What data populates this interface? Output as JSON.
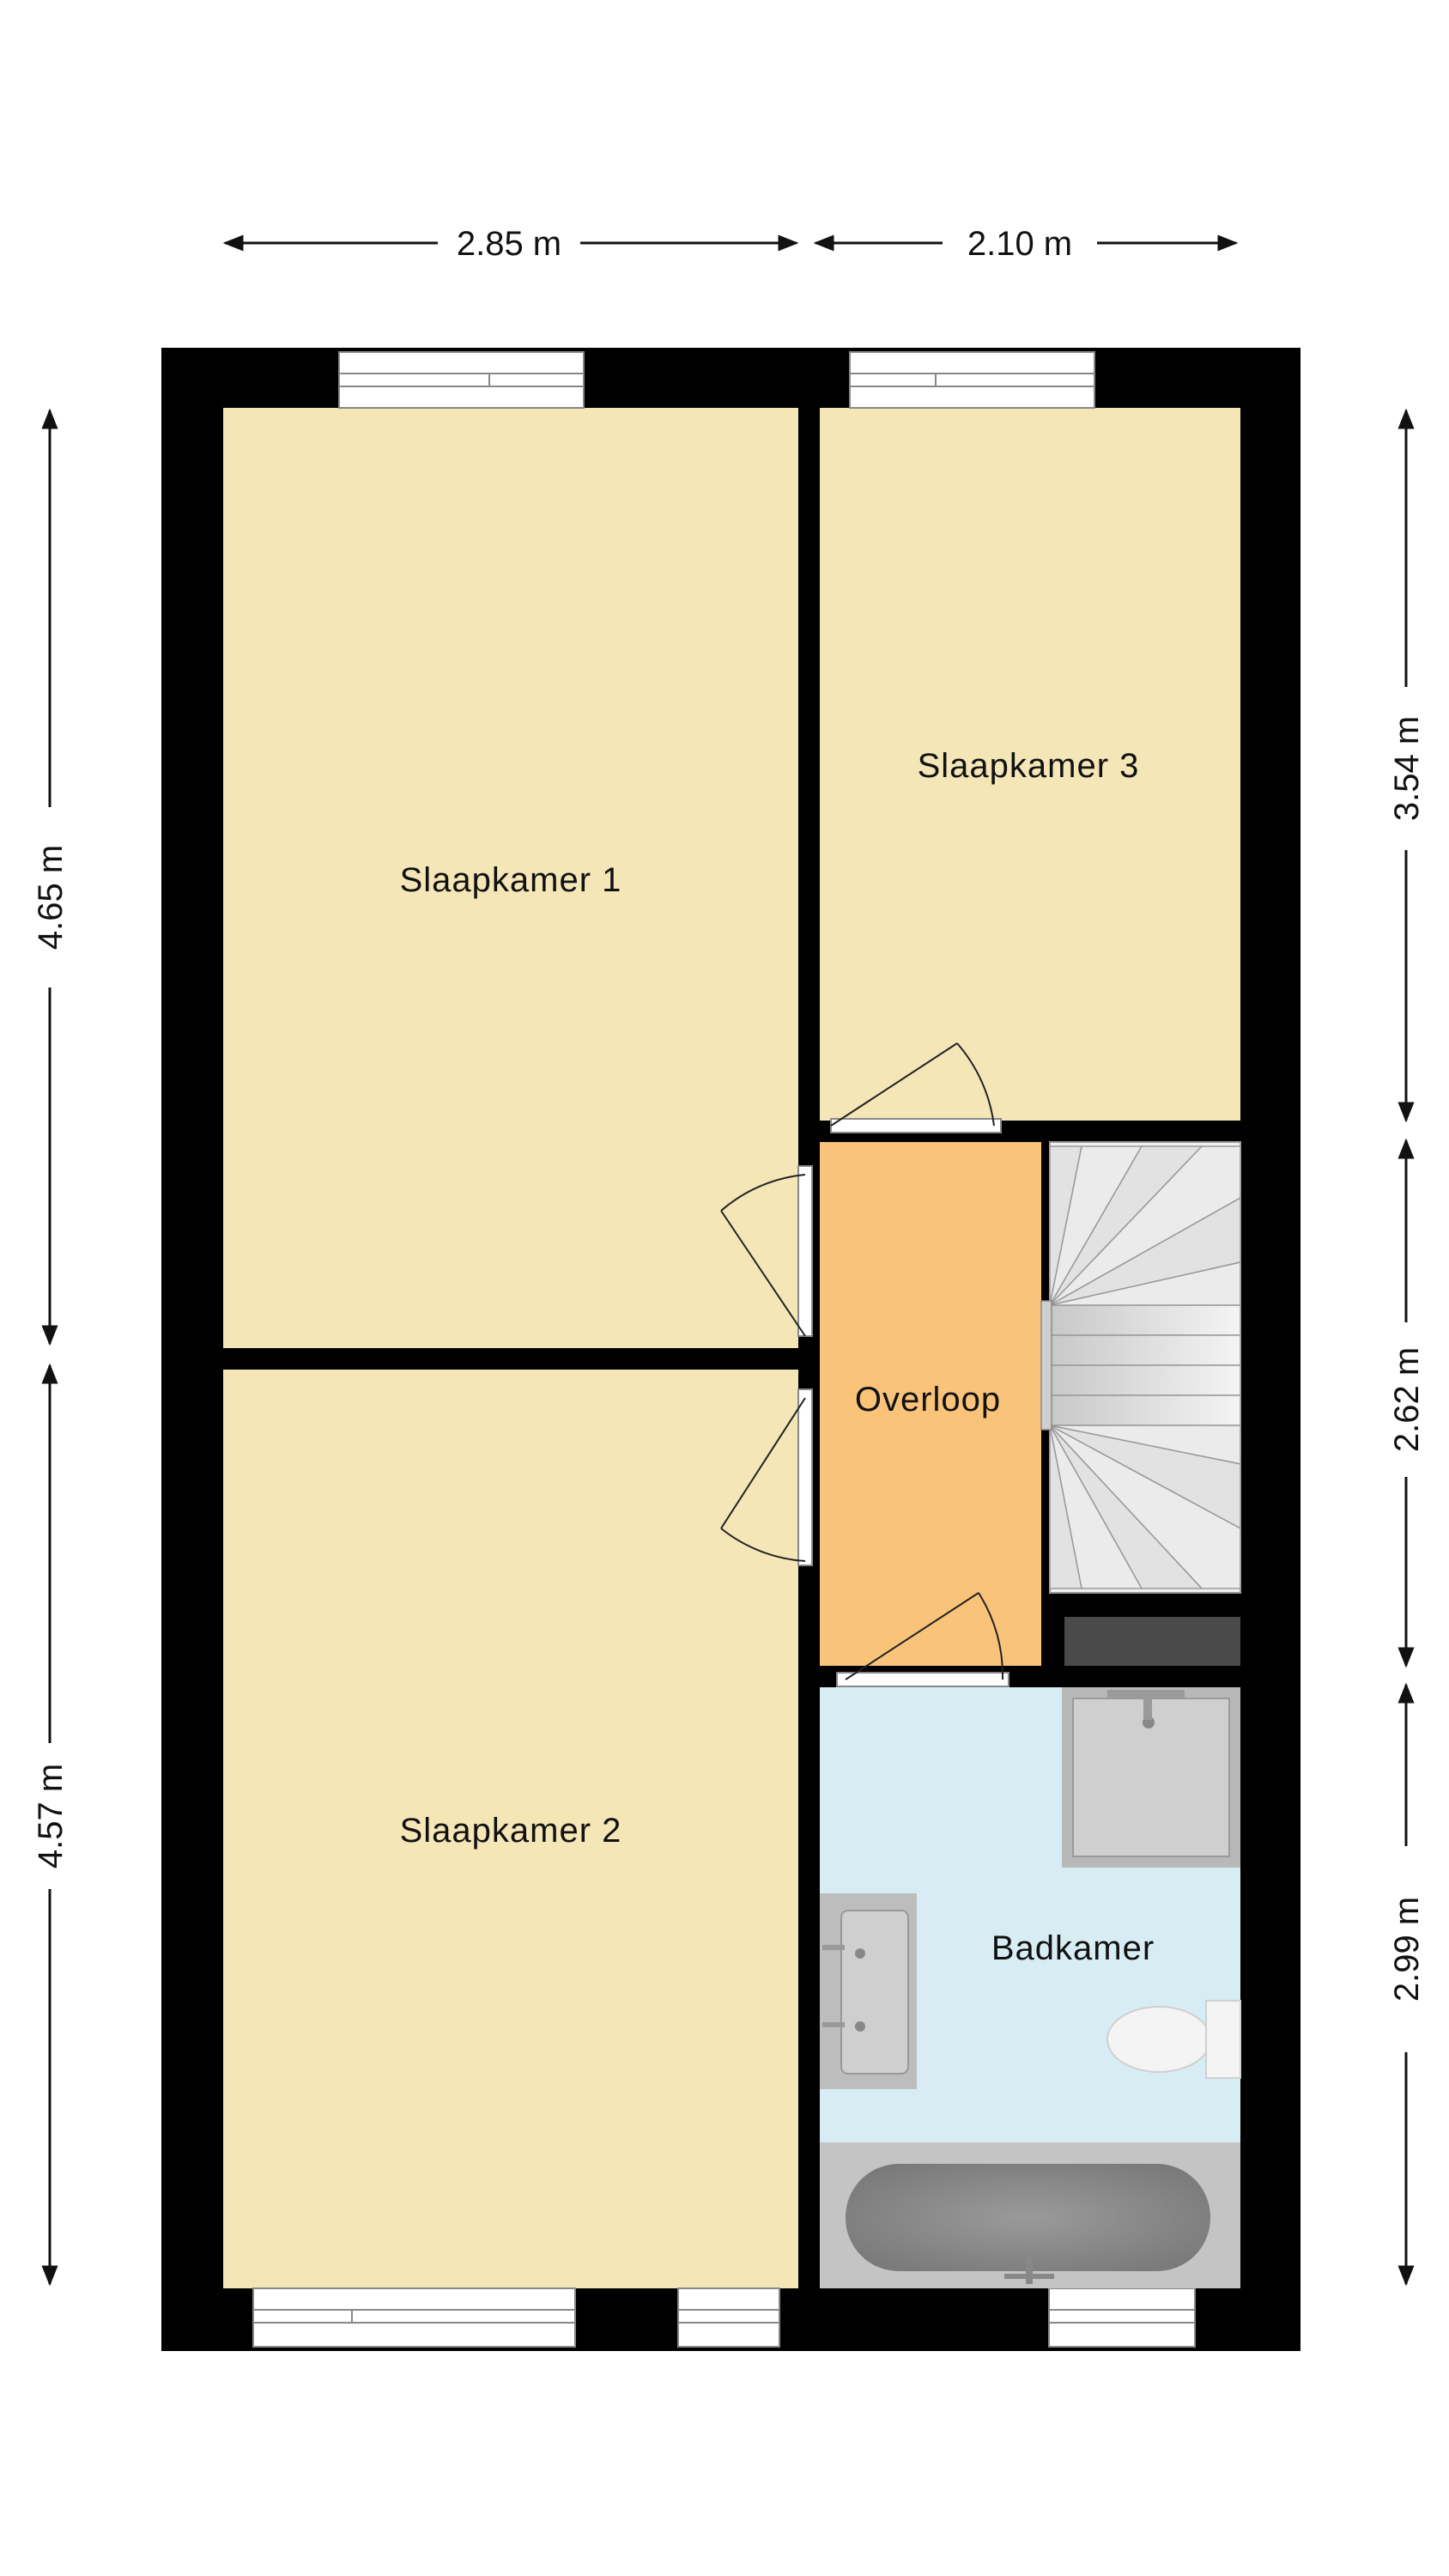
{
  "dimensions": {
    "top_left_width": "2.85 m",
    "top_right_width": "2.10 m",
    "left_upper_height": "4.65 m",
    "left_lower_height": "4.57 m",
    "right_top_height": "3.54 m",
    "right_middle_height": "2.62 m",
    "right_bottom_height": "2.99 m"
  },
  "rooms": {
    "slaapkamer_1": "Slaapkamer 1",
    "slaapkamer_2": "Slaapkamer 2",
    "slaapkamer_3": "Slaapkamer 3",
    "overloop": "Overloop",
    "badkamer": "Badkamer"
  },
  "colors": {
    "wall": "#000000",
    "bedroom_floor": "#f5e6b8",
    "landing_floor": "#f9c37a",
    "bathroom_floor": "#d8edf3",
    "fixture": "#b8b8b8",
    "stairs": "#e6e6e6"
  },
  "icons": [
    "window-icon",
    "door-swing-icon",
    "stairs-icon",
    "shower-icon",
    "sink-icon",
    "toilet-icon",
    "bathtub-icon"
  ]
}
